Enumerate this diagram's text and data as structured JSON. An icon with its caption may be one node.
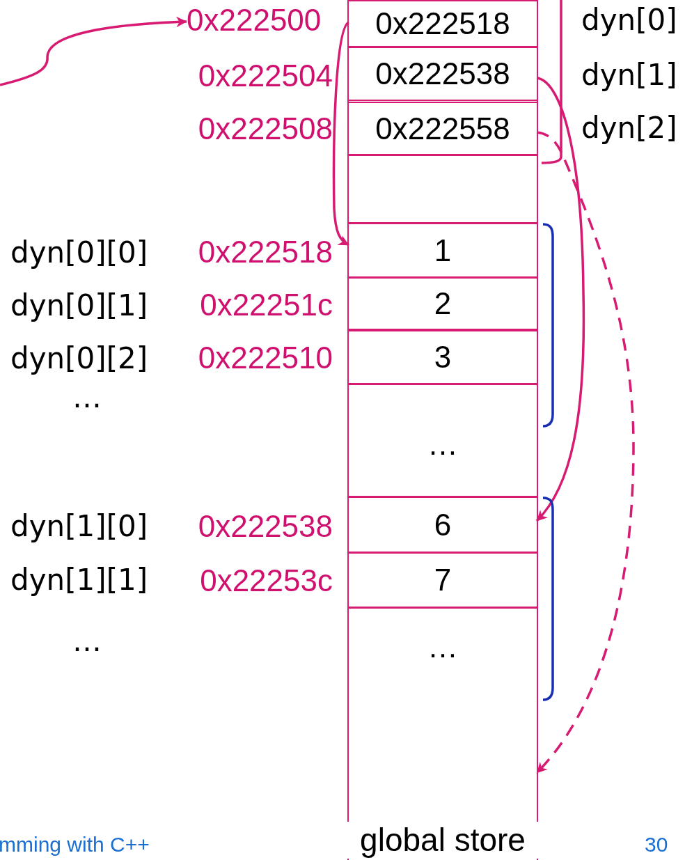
{
  "diagram": {
    "nodes": [
      {
        "text": [
          "0x222500"
        ]
      },
      {
        "text": [
          "global store"
        ]
      },
      {
        "text": [
          "0x222518"
        ],
        "in": 1
      },
      {
        "text": [
          "0x222538"
        ],
        "in": 1
      },
      {
        "text": [
          "0x222558"
        ],
        "in": 1
      },
      {
        "text": [],
        "shape": "box",
        "in": 1
      },
      {
        "text": [
          "1"
        ],
        "in": 1
      },
      {
        "text": [
          "2"
        ],
        "in": 1
      },
      {
        "text": [
          "3"
        ],
        "in": 1
      },
      {
        "text": [
          "…"
        ],
        "in": 1
      },
      {
        "text": [
          "6"
        ],
        "in": 1
      },
      {
        "text": [
          "7"
        ],
        "in": 1
      },
      {
        "text": [
          "…"
        ],
        "in": 1
      }
    ],
    "edges": [
      {
        "from": null,
        "to": 0,
        "arrow": "to"
      },
      {
        "from": 2,
        "to": 6,
        "arrow": "to"
      },
      {
        "from": 3,
        "to": 10,
        "arrow": "to"
      },
      {
        "from": 4,
        "to": 12,
        "arrow": "to",
        "style": "dashed"
      }
    ],
    "labels": [
      "dyn[0]",
      "0x222504",
      "dyn[1]",
      "0x222508",
      "dyn[2]",
      "dyn[0][0]",
      "0x222518",
      "dyn[0][1]",
      "0x22251c",
      "dyn[0][2]",
      "0x222510",
      "…",
      "dyn[1][0]",
      "0x222538",
      "dyn[1][1]",
      "0x22253c",
      "…",
      "mming with C++",
      "30"
    ]
  }
}
